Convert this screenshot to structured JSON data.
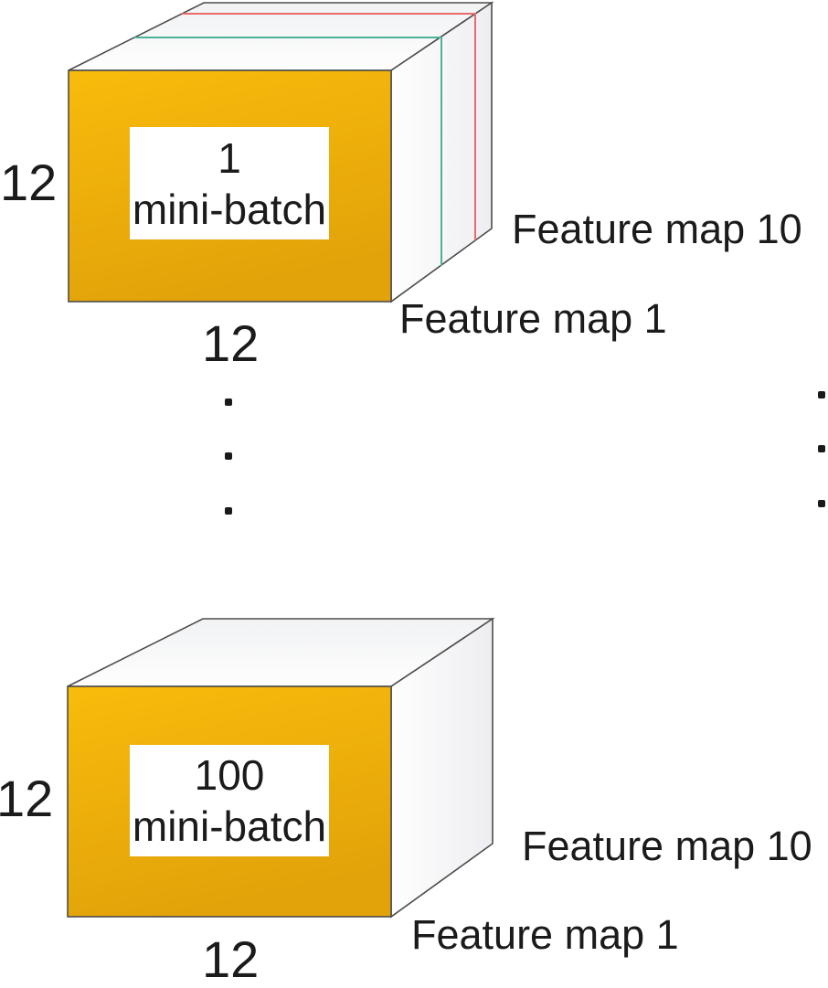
{
  "colors": {
    "box_face": "#F9BB0B",
    "box_face_dark": "#E2A30A",
    "slice_green": "#4EB096",
    "slice_red": "#E96B6B",
    "edge": "#4D4D4D",
    "text": "#1B1B1B",
    "bg": "#FFFFFF"
  },
  "top_box": {
    "batch_line1": "1",
    "batch_line2": "mini-batch",
    "height_label": "12",
    "width_label": "12",
    "feature_map_back": "Feature map 10",
    "feature_map_front": "Feature map 1"
  },
  "bottom_box": {
    "batch_line1": "100",
    "batch_line2": "mini-batch",
    "height_label": "12",
    "width_label": "12",
    "feature_map_back": "Feature map 10",
    "feature_map_front": "Feature map 1"
  }
}
